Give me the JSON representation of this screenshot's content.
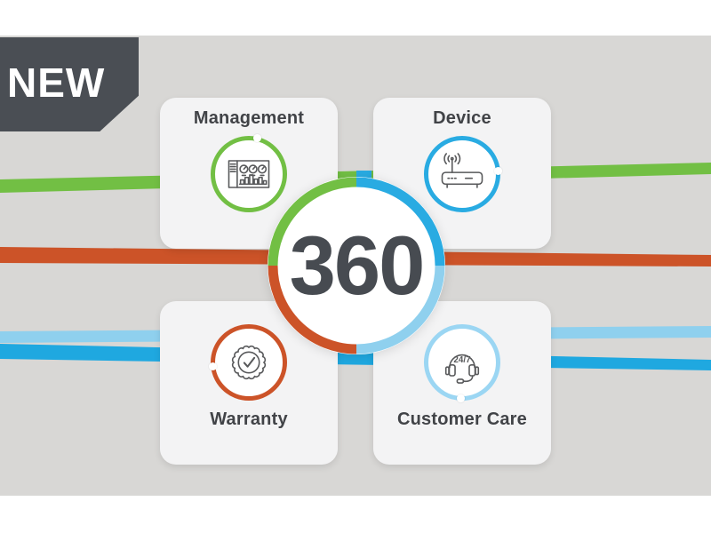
{
  "banner": {
    "label": "NEW"
  },
  "hub": {
    "value": "360"
  },
  "cards": [
    {
      "id": "management",
      "label": "Management",
      "icon": "dashboard-icon",
      "ring_color": "#72bf44"
    },
    {
      "id": "device",
      "label": "Device",
      "icon": "router-icon",
      "ring_color": "#29abe2"
    },
    {
      "id": "warranty",
      "label": "Warranty",
      "icon": "seal-check-icon",
      "ring_color": "#cc5328"
    },
    {
      "id": "customer_care",
      "label": "Customer Care",
      "icon": "headset-icon",
      "ring_color": "#9bd6f3",
      "badge": "24/7"
    }
  ],
  "colors": {
    "background_gray": "#d8d7d5",
    "top_bottom_bands": "#ffffff",
    "banner_bg": "#4a4e54",
    "banner_text": "#ffffff",
    "card_bg": "#f3f3f4",
    "title_text": "#414347",
    "hub_text": "#474b51",
    "ribbon_green": "#72bf44",
    "ribbon_orange": "#cc5328",
    "ribbon_blue_dark": "#1fa8e0",
    "ribbon_blue_light": "#8fd0ee",
    "icon_stroke": "#58595b"
  },
  "ribbons": [
    {
      "name": "green-ribbon",
      "color": "#72bf44"
    },
    {
      "name": "orange-ribbon",
      "color": "#cc5328"
    },
    {
      "name": "light-blue-ribbon",
      "color": "#8fd0ee"
    },
    {
      "name": "dark-blue-ribbon",
      "color": "#1fa8e0"
    }
  ]
}
